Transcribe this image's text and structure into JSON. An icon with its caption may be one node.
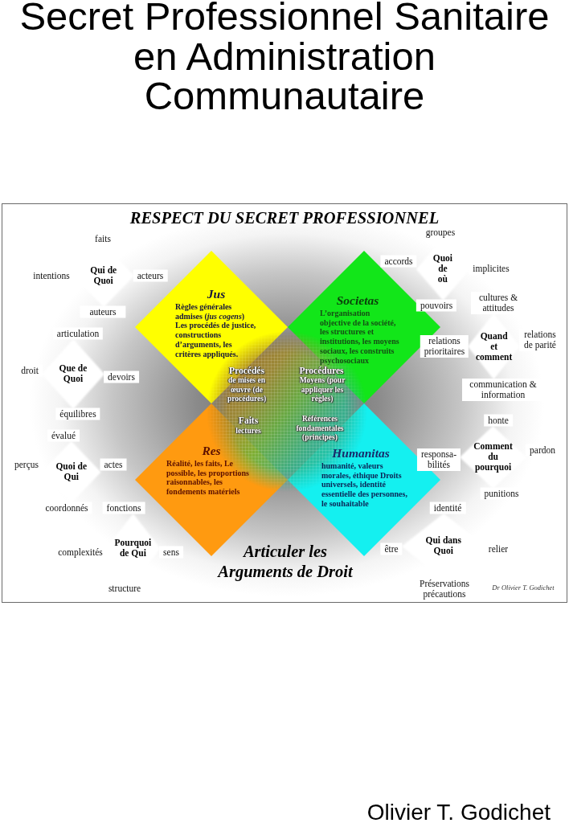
{
  "diagram": {
    "title": "Secret Professionnel Sanitaire en Administration Communautaire",
    "nodes": [
      {
        "text": [
          "Qui de Quoi"
        ],
        "beside": [
          "faits",
          "intentions",
          "acteurs",
          "auteurs"
        ]
      },
      {
        "text": [
          "Jus",
          "Règles générales admises (*jus cogens*) Les procédés de justice, constructions d’arguments, les critères appliqués."
        ]
      },
      {
        "text": [
          "Societas",
          "L’organisation objective de la société, les structures et institutions, les moyens sociaux, les construits psychosociaux"
        ]
      },
      {
        "text": [
          "Quoi de où"
        ],
        "beside": [
          "groupes",
          "accords",
          "implicites",
          "pouvoirs"
        ]
      },
      {
        "text": [
          "Quand et comment"
        ],
        "beside": [
          "cultures & attitudes",
          "relations prioritaires",
          "relations de parité",
          "communication & information"
        ]
      },
      {
        "text": [
          "Que de Quoi"
        ],
        "beside": [
          "articulation",
          "droit",
          "devoirs",
          "équilibres"
        ]
      },
      {
        "text": [
          "Procédés",
          "de mises en œuvre (de procédures)",
          "Procédures",
          "Moyens (pour appliquer les règles)",
          "Faits",
          "lectures",
          "Références fondamentales (principes)"
        ]
      },
      {
        "text": [
          "Quoi de Qui"
        ],
        "beside": [
          "évalué",
          "perçus",
          "actes",
          "coordonnés"
        ]
      },
      {
        "text": [
          "Res",
          "Réalité, les faits, Le possible, les proportions raisonnables, les fondements matériels"
        ]
      },
      {
        "text": [
          "Humanitas",
          "humanité, valeurs morales, éthique Droits universels, identité essentielle des personnes, le souhaitable"
        ]
      },
      {
        "text": [
          "Comment du pourquoi"
        ],
        "beside": [
          "honte",
          "responsa- bilités",
          "pardon",
          "punitions"
        ]
      },
      {
        "text": [
          "Pourquoi de Qui"
        ],
        "beside": [
          "fonctions",
          "complexités",
          "sens",
          "structure"
        ]
      },
      {
        "text": [
          "Qui dans Quoi"
        ],
        "beside": [
          "identité",
          "être",
          "relier",
          "Préservations précautions"
        ]
      }
    ],
    "labels": [
      "RESPECT DU SECRET PROFESSIONNEL",
      "Articuler les Arguments de Droit",
      "Dr Olivier T. Godichet",
      "Olivier T. Godichet"
    ]
  }
}
